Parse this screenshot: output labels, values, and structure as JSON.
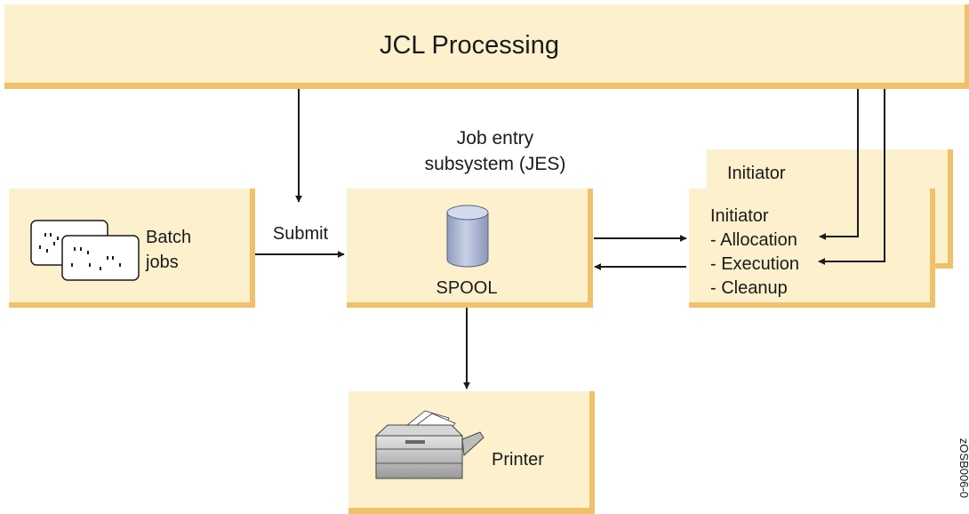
{
  "title": "JCL Processing",
  "jes": {
    "label_line1": "Job entry",
    "label_line2": "subsystem (JES)",
    "spool_label": "SPOOL"
  },
  "batch": {
    "label_line1": "Batch",
    "label_line2": "jobs"
  },
  "submit_label": "Submit",
  "initiator_back": {
    "label": "Initiator"
  },
  "initiator": {
    "title": "Initiator",
    "steps": [
      "- Allocation",
      "- Execution",
      "- Cleanup"
    ]
  },
  "printer": {
    "label": "Printer"
  },
  "figure_id": "zOSB006-0",
  "colors": {
    "box_fill": "#fdf0cd",
    "box_edge": "#eec16a",
    "cylinder": "#b4bfd9",
    "line": "#1a1a1a"
  }
}
